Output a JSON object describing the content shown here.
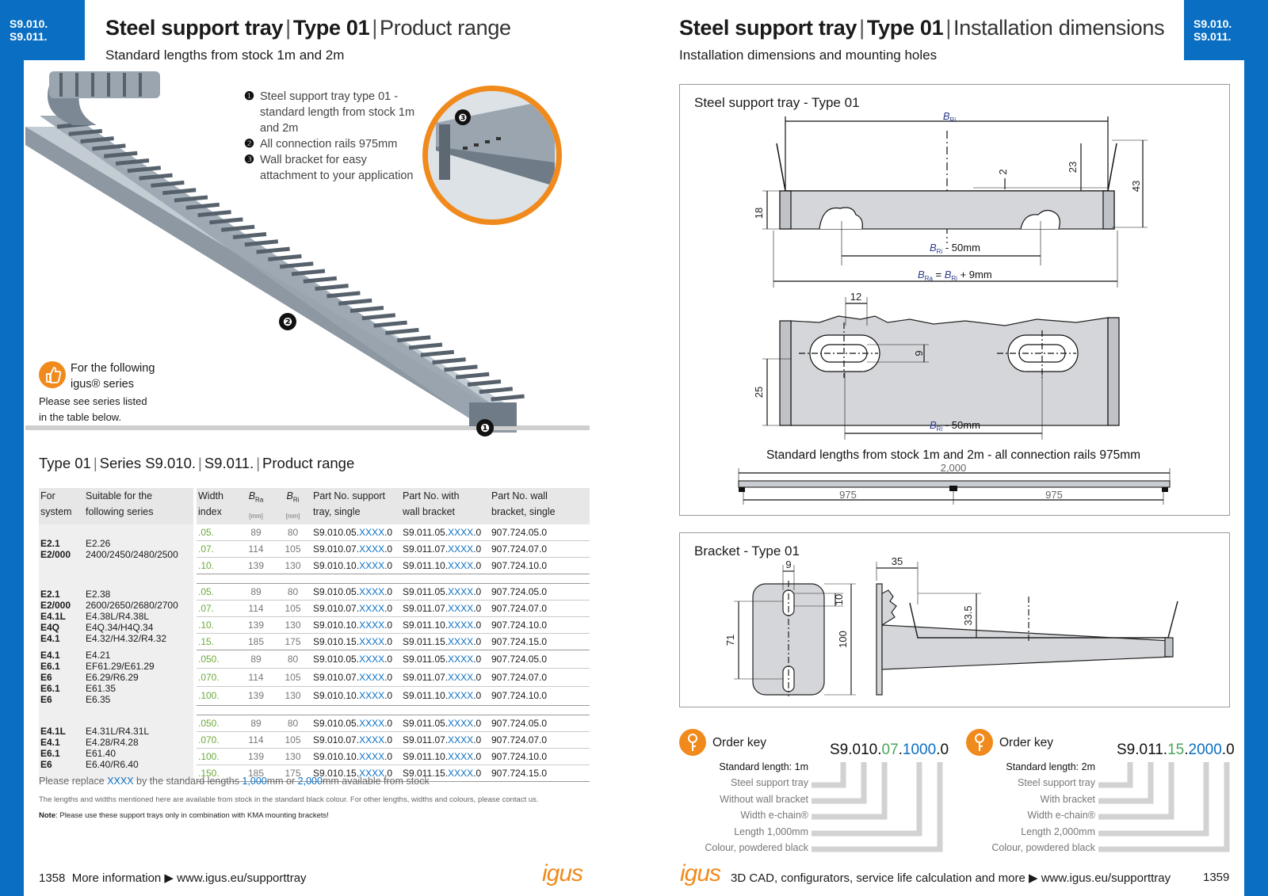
{
  "left_page": {
    "code_tab": [
      "S9.010.",
      "S9.011."
    ],
    "title_main": "Steel support tray",
    "title_type": "Type 01",
    "title_rest": "Product range",
    "subtitle": "Standard lengths from stock 1m and 2m",
    "features": [
      {
        "num": "❶",
        "text": "Steel support tray type 01 - standard length from stock 1m and 2m"
      },
      {
        "num": "❷",
        "text": "All connection rails 975mm"
      },
      {
        "num": "❸",
        "text": "Wall bracket for easy attachment to your application"
      }
    ],
    "callout_numbers": [
      "❶",
      "❷",
      "❸"
    ],
    "follow_line1": "For the following",
    "follow_line2": "igus® series",
    "follow_note1": "Please see series listed",
    "follow_note2": "in the table below.",
    "table_title": [
      "Type 01",
      "Series S9.010.",
      "S9.011.",
      "Product range"
    ],
    "table_headers": {
      "system": [
        "For",
        "system"
      ],
      "series": [
        "Suitable for the",
        "following series"
      ],
      "width": [
        "Width",
        "index"
      ],
      "bra": "B",
      "bra_sub": "Ra",
      "bri": "B",
      "bri_sub": "Ri",
      "unit": "[mm]",
      "pn_tray": [
        "Part No. support",
        "tray, single"
      ],
      "pn_bracket": [
        "Part No. with",
        "wall bracket"
      ],
      "pn_wall": [
        "Part No. wall",
        "bracket, single"
      ]
    },
    "table_groups": [
      {
        "systems": [
          "E2.1",
          "E2/000"
        ],
        "series": [
          "E2.26",
          "2400/2450/2480/2500"
        ],
        "rows": [
          {
            "w": ".05.",
            "bra": "89",
            "bri": "80",
            "t1": "S9.010.05.",
            "t2": ".0",
            "b1": "S9.011.05.",
            "b2": ".0",
            "wall": "907.724.05.0"
          },
          {
            "w": ".07.",
            "bra": "114",
            "bri": "105",
            "t1": "S9.010.07.",
            "t2": ".0",
            "b1": "S9.011.07.",
            "b2": ".0",
            "wall": "907.724.07.0"
          },
          {
            "w": ".10.",
            "bra": "139",
            "bri": "130",
            "t1": "S9.010.10.",
            "t2": ".0",
            "b1": "S9.011.10.",
            "b2": ".0",
            "wall": "907.724.10.0"
          }
        ]
      },
      {
        "systems": [
          "E2.1",
          "E2/000",
          "E4.1L",
          "E4Q",
          "E4.1"
        ],
        "series": [
          "E2.38",
          "2600/2650/2680/2700",
          "E4.38L/R4.38L",
          "E4Q.34/H4Q.34",
          "E4.32/H4.32/R4.32"
        ],
        "rows": [
          {
            "w": ".05.",
            "bra": "89",
            "bri": "80",
            "t1": "S9.010.05.",
            "t2": ".0",
            "b1": "S9.011.05.",
            "b2": ".0",
            "wall": "907.724.05.0"
          },
          {
            "w": ".07.",
            "bra": "114",
            "bri": "105",
            "t1": "S9.010.07.",
            "t2": ".0",
            "b1": "S9.011.07.",
            "b2": ".0",
            "wall": "907.724.07.0"
          },
          {
            "w": ".10.",
            "bra": "139",
            "bri": "130",
            "t1": "S9.010.10.",
            "t2": ".0",
            "b1": "S9.011.10.",
            "b2": ".0",
            "wall": "907.724.10.0"
          },
          {
            "w": ".15.",
            "bra": "185",
            "bri": "175",
            "t1": "S9.010.15.",
            "t2": ".0",
            "b1": "S9.011.15.",
            "b2": ".0",
            "wall": "907.724.15.0"
          }
        ]
      },
      {
        "systems": [
          "E4.1",
          "E6.1",
          "E6",
          "E6.1",
          "E6"
        ],
        "series": [
          "E4.21",
          "EF61.29/E61.29",
          "E6.29/R6.29",
          "E61.35",
          "E6.35"
        ],
        "rows": [
          {
            "w": ".050.",
            "bra": "89",
            "bri": "80",
            "t1": "S9.010.05.",
            "t2": ".0",
            "b1": "S9.011.05.",
            "b2": ".0",
            "wall": "907.724.05.0"
          },
          {
            "w": ".070.",
            "bra": "114",
            "bri": "105",
            "t1": "S9.010.07.",
            "t2": ".0",
            "b1": "S9.011.07.",
            "b2": ".0",
            "wall": "907.724.07.0"
          },
          {
            "w": ".100.",
            "bra": "139",
            "bri": "130",
            "t1": "S9.010.10.",
            "t2": ".0",
            "b1": "S9.011.10.",
            "b2": ".0",
            "wall": "907.724.10.0"
          }
        ]
      },
      {
        "systems": [
          "E4.1L",
          "E4.1",
          "E6.1",
          "E6"
        ],
        "series": [
          "E4.31L/R4.31L",
          "E4.28/R4.28",
          "E61.40",
          "E6.40/R6.40"
        ],
        "rows": [
          {
            "w": ".050.",
            "bra": "89",
            "bri": "80",
            "t1": "S9.010.05.",
            "t2": ".0",
            "b1": "S9.011.05.",
            "b2": ".0",
            "wall": "907.724.05.0"
          },
          {
            "w": ".070.",
            "bra": "114",
            "bri": "105",
            "t1": "S9.010.07.",
            "t2": ".0",
            "b1": "S9.011.07.",
            "b2": ".0",
            "wall": "907.724.07.0"
          },
          {
            "w": ".100.",
            "bra": "139",
            "bri": "130",
            "t1": "S9.010.10.",
            "t2": ".0",
            "b1": "S9.011.10.",
            "b2": ".0",
            "wall": "907.724.10.0"
          },
          {
            "w": ".150.",
            "bra": "185",
            "bri": "175",
            "t1": "S9.010.15.",
            "t2": ".0",
            "b1": "S9.011.15.",
            "b2": ".0",
            "wall": "907.724.15.0"
          }
        ]
      }
    ],
    "placeholder_code": "XXXX",
    "footnote_replace": [
      "Please replace",
      "XXXX",
      "by the standard lengths",
      "1,000",
      "mm or",
      "2,000",
      "mm available from stock"
    ],
    "footnote_lengths": "The lengths and widths mentioned here are available from stock in the standard black colour. For other lengths, widths and colours, please contact us.",
    "footnote_note_label": "Note",
    "footnote_note_text": ": Please use these support trays only in combination with KMA mounting brackets!",
    "page_number": "1358",
    "more_info": "More information ▶ www.igus.eu/supporttray",
    "logo": "igus"
  },
  "right_page": {
    "code_tab": [
      "S9.010.",
      "S9.011."
    ],
    "title_main": "Steel support tray",
    "title_type": "Type 01",
    "title_rest": "Installation dimensions",
    "subtitle": "Installation dimensions and mounting holes",
    "box1": {
      "title": "Steel support tray - Type 01",
      "b_letter": "B",
      "ri_sub": "Ri",
      "ra_sub": "Ra",
      "dim_2": "2",
      "dim_23": "23",
      "dim_43": "43",
      "dim_18": "18",
      "dim_minus_50": " - 50mm",
      "dim_bra_eq": " = ",
      "dim_plus_9": " + 9mm",
      "dim_12": "12",
      "dim_9": "9",
      "dim_25": "25",
      "stock_note": "Standard lengths from stock 1m and 2m - all connection rails 975mm",
      "len_total": "2,000",
      "len_seg": "975"
    },
    "box2": {
      "title": "Bracket - Type 01",
      "dim_9": "9",
      "dim_10": "10",
      "dim_71": "71",
      "dim_100": "100",
      "dim_35": "35",
      "dim_33_5": "33.5"
    },
    "order_keys": [
      {
        "label": "Order key",
        "code_a": "S9.010.",
        "code_b": "07",
        "code_c": ".",
        "code_d": "1000",
        "code_e": ".0",
        "items": [
          "Standard length: 1m",
          "Steel support tray",
          "Without wall bracket",
          "Width e-chain®",
          "Length 1,000mm",
          "Colour, powdered black"
        ]
      },
      {
        "label": "Order key",
        "code_a": "S9.011.",
        "code_b": "15",
        "code_c": ".",
        "code_d": "2000",
        "code_e": ".0",
        "items": [
          "Standard length: 2m",
          "Steel support tray",
          "With bracket",
          "Width e-chain®",
          "Length 2,000mm",
          "Colour, powdered black"
        ]
      }
    ],
    "logo": "igus",
    "footer_text": "3D CAD, configurators, service life calculation and more ▶ www.igus.eu/supporttray",
    "page_number": "1359"
  },
  "colors": {
    "brand_blue": "#0a6fc2",
    "igus_orange": "#f08a1c",
    "width_green": "#6aaa3a",
    "order_green": "#4aa55b"
  }
}
